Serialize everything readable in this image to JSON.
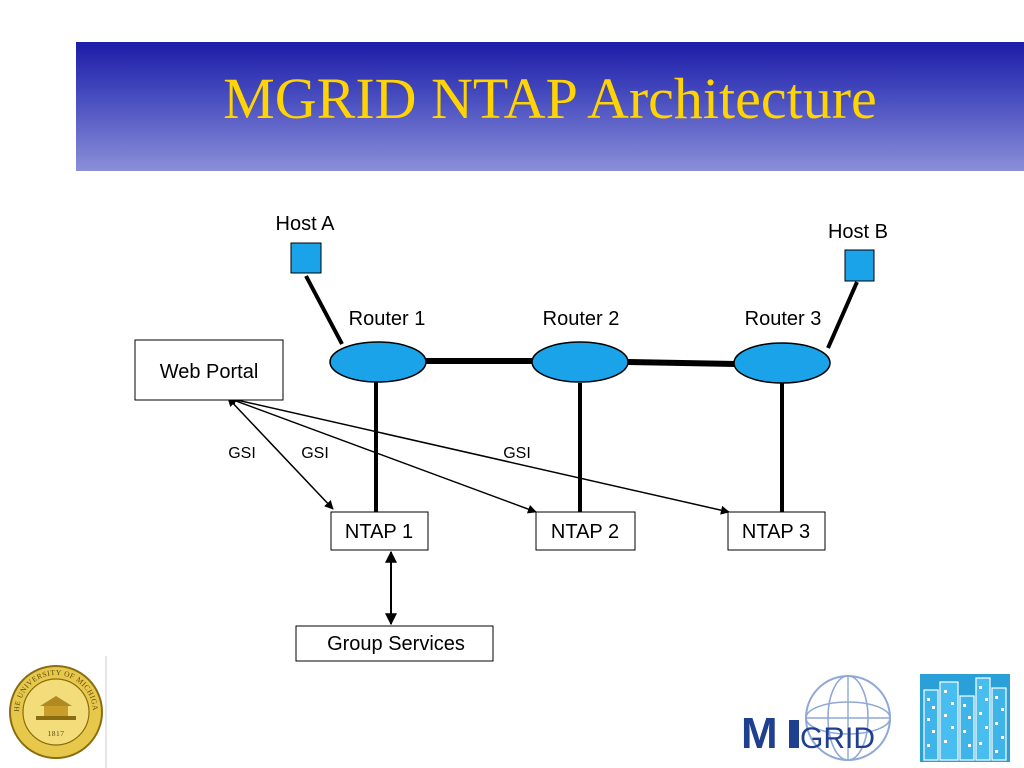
{
  "title": "MGRID NTAP Architecture",
  "diagram": {
    "hosts": [
      "Host A",
      "Host B"
    ],
    "routers": [
      "Router 1",
      "Router 2",
      "Router 3"
    ],
    "web_portal": "Web Portal",
    "ntaps": [
      "NTAP 1",
      "NTAP 2",
      "NTAP 3"
    ],
    "group_services": "Group Services",
    "gsi_labels": [
      "GSI",
      "GSI",
      "GSI"
    ]
  },
  "logos": {
    "seal_text": "THE UNIVERSITY OF MICHIGAN",
    "seal_year": "1817",
    "mgrid_m": "M",
    "mgrid_grid": "GRID"
  },
  "colors": {
    "title": "#ffd400",
    "title_bar_top": "#1c1ca8",
    "title_bar_bottom": "#8b8fd8",
    "node_fill": "#1aa3e8",
    "logo_blue": "#1f3f8f"
  }
}
